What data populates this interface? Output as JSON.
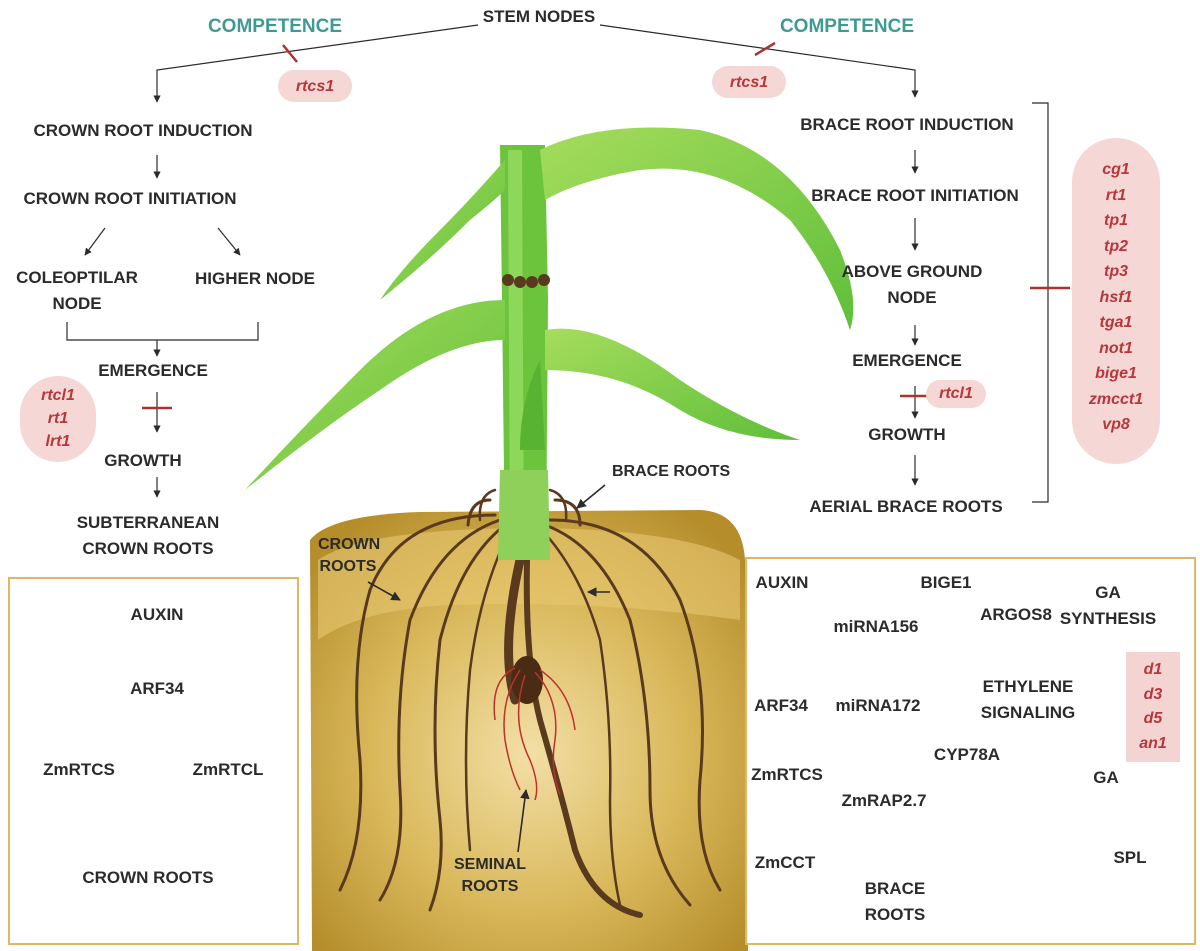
{
  "top": {
    "stem_nodes": "STEM NODES",
    "competence_left": "COMPETENCE",
    "competence_right": "COMPETENCE",
    "rtcs1_left": "rtcs1",
    "rtcs1_right": "rtcs1"
  },
  "crown_pathway": {
    "induction": "CROWN ROOT INDUCTION",
    "initiation": "CROWN ROOT INITIATION",
    "coleoptilar_1": "COLEOPTILAR",
    "coleoptilar_2": "NODE",
    "higher_node": "HIGHER NODE",
    "emergence": "EMERGENCE",
    "growth": "GROWTH",
    "subterranean_1": "SUBTERRANEAN",
    "subterranean_2": "CROWN ROOTS",
    "genes": [
      "rtcl1",
      "rt1",
      "lrt1"
    ]
  },
  "brace_pathway": {
    "induction": "BRACE ROOT INDUCTION",
    "initiation": "BRACE ROOT INITIATION",
    "above_1": "ABOVE GROUND",
    "above_2": "NODE",
    "emergence": "EMERGENCE",
    "rtcl1": "rtcl1",
    "growth": "GROWTH",
    "aerial": "AERIAL BRACE ROOTS",
    "genes": [
      "cg1",
      "rt1",
      "tp1",
      "tp2",
      "tp3",
      "hsf1",
      "tga1",
      "not1",
      "bige1",
      "zmcct1",
      "vp8"
    ]
  },
  "plant_labels": {
    "brace_roots": "BRACE ROOTS",
    "crown_roots_1": "CROWN",
    "crown_roots_2": "ROOTS",
    "seminal_1": "SEMINAL",
    "seminal_2": "ROOTS"
  },
  "left_box": {
    "auxin": "AUXIN",
    "arf34": "ARF34",
    "zmrtcs": "ZmRTCS",
    "zmrtcl": "ZmRTCL",
    "crown_roots": "CROWN ROOTS"
  },
  "right_box": {
    "auxin": "AUXIN",
    "bige1": "BIGE1",
    "ga_synth_1": "GA",
    "ga_synth_2": "SYNTHESIS",
    "mirna156": "miRNA156",
    "argos8": "ARGOS8",
    "ethylene_1": "ETHYLENE",
    "ethylene_2": "SIGNALING",
    "arf34": "ARF34",
    "mirna172": "miRNA172",
    "cyp78a": "CYP78A",
    "ga": "GA",
    "zmrtcs": "ZmRTCS",
    "zmrap27": "ZmRAP2.7",
    "zmcct": "ZmCCT",
    "spl": "SPL",
    "brace_1": "BRACE",
    "brace_2": "ROOTS",
    "ga_genes": [
      "d1",
      "d3",
      "d5",
      "an1"
    ]
  },
  "colors": {
    "competence": "#3f9a95",
    "gene_text": "#b7373b",
    "gene_bg": "#f5d7d6",
    "box_border": "#e3b569",
    "inhibit": "#a8342f",
    "leaf": "#7fcf4a",
    "soil": "#c9a43a",
    "root": "#5a3a1f"
  }
}
